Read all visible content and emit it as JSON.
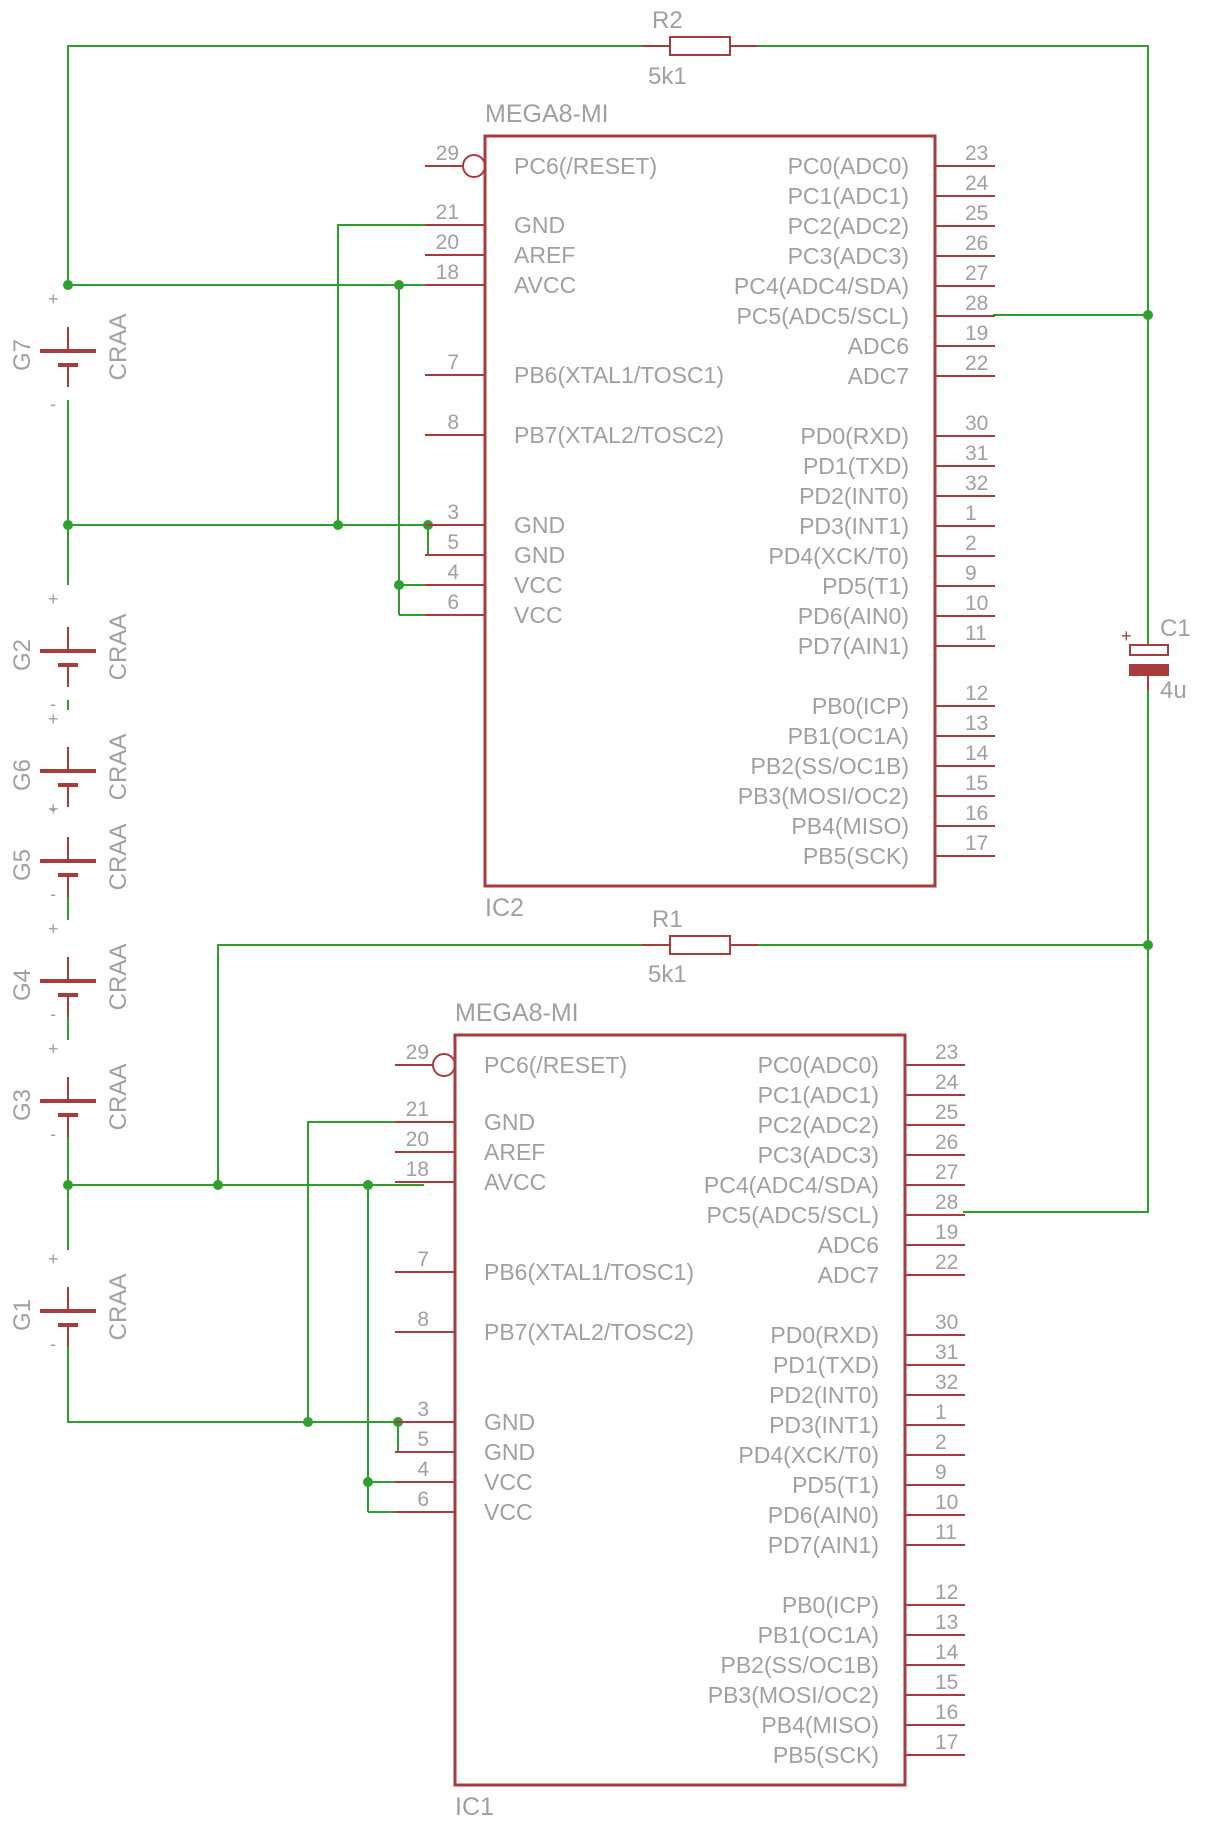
{
  "colors": {
    "wire": "#2ea02e",
    "part": "#a83c3c",
    "label": "#a0a0a0",
    "background": "#ffffff"
  },
  "resistors": {
    "r2": {
      "name": "R2",
      "value": "5k1"
    },
    "r1": {
      "name": "R1",
      "value": "5k1"
    }
  },
  "capacitor": {
    "name": "C1",
    "value": "4u",
    "plus": "+"
  },
  "batteries": [
    {
      "name": "G7",
      "value": "CRAA",
      "plus": "+",
      "minus": "-"
    },
    {
      "name": "G2",
      "value": "CRAA",
      "plus": "+",
      "minus": "-"
    },
    {
      "name": "G6",
      "value": "CRAA",
      "plus": "+",
      "minus": "-"
    },
    {
      "name": "G5",
      "value": "CRAA",
      "plus": "+",
      "minus": "-"
    },
    {
      "name": "G4",
      "value": "CRAA",
      "plus": "+",
      "minus": "-"
    },
    {
      "name": "G3",
      "value": "CRAA",
      "plus": "+",
      "minus": "-"
    },
    {
      "name": "G1",
      "value": "CRAA",
      "plus": "+",
      "minus": "-"
    }
  ],
  "chips": [
    {
      "id": "ic2",
      "part": "MEGA8-MI",
      "name": "IC2"
    },
    {
      "id": "ic1",
      "part": "MEGA8-MI",
      "name": "IC1"
    }
  ],
  "left_pins": [
    {
      "num": "29",
      "name": "PC6(/RESET)"
    },
    {
      "num": "21",
      "name": "GND"
    },
    {
      "num": "20",
      "name": "AREF"
    },
    {
      "num": "18",
      "name": "AVCC"
    },
    {
      "num": "7",
      "name": "PB6(XTAL1/TOSC1)"
    },
    {
      "num": "8",
      "name": "PB7(XTAL2/TOSC2)"
    },
    {
      "num": "3",
      "name": "GND"
    },
    {
      "num": "5",
      "name": "GND"
    },
    {
      "num": "4",
      "name": "VCC"
    },
    {
      "num": "6",
      "name": "VCC"
    }
  ],
  "right_pins": [
    {
      "num": "23",
      "name": "PC0(ADC0)"
    },
    {
      "num": "24",
      "name": "PC1(ADC1)"
    },
    {
      "num": "25",
      "name": "PC2(ADC2)"
    },
    {
      "num": "26",
      "name": "PC3(ADC3)"
    },
    {
      "num": "27",
      "name": "PC4(ADC4/SDA)"
    },
    {
      "num": "28",
      "name": "PC5(ADC5/SCL)"
    },
    {
      "num": "19",
      "name": "ADC6"
    },
    {
      "num": "22",
      "name": "ADC7"
    },
    {
      "num": "30",
      "name": "PD0(RXD)"
    },
    {
      "num": "31",
      "name": "PD1(TXD)"
    },
    {
      "num": "32",
      "name": "PD2(INT0)"
    },
    {
      "num": "1",
      "name": "PD3(INT1)"
    },
    {
      "num": "2",
      "name": "PD4(XCK/T0)"
    },
    {
      "num": "9",
      "name": "PD5(T1)"
    },
    {
      "num": "10",
      "name": "PD6(AIN0)"
    },
    {
      "num": "11",
      "name": "PD7(AIN1)"
    },
    {
      "num": "12",
      "name": "PB0(ICP)"
    },
    {
      "num": "13",
      "name": "PB1(OC1A)"
    },
    {
      "num": "14",
      "name": "PB2(SS/OC1B)"
    },
    {
      "num": "15",
      "name": "PB3(MOSI/OC2)"
    },
    {
      "num": "16",
      "name": "PB4(MISO)"
    },
    {
      "num": "17",
      "name": "PB5(SCK)"
    }
  ]
}
